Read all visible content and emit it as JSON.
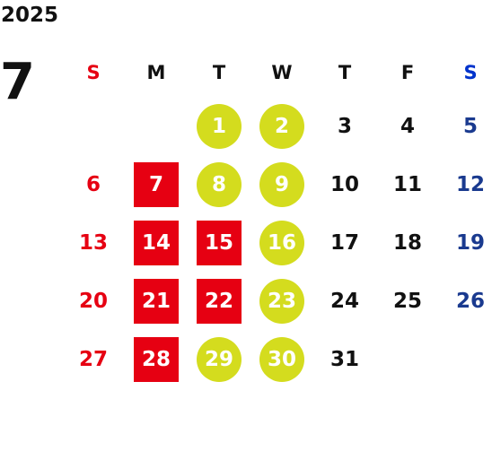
{
  "calendar": {
    "year": "2025",
    "month": "7",
    "weekdays": [
      {
        "label": "S",
        "color": "#e60012"
      },
      {
        "label": "M",
        "color": "#111111"
      },
      {
        "label": "T",
        "color": "#111111"
      },
      {
        "label": "W",
        "color": "#111111"
      },
      {
        "label": "T",
        "color": "#111111"
      },
      {
        "label": "F",
        "color": "#111111"
      },
      {
        "label": "S",
        "color": "#0033cc"
      }
    ],
    "colors": {
      "sunday_text": "#e60012",
      "saturday_text": "#1a3a8f",
      "weekday_text": "#111111",
      "highlight_square": "#e60012",
      "highlight_circle": "#d4dc1e",
      "highlight_text": "#ffffff"
    },
    "weeks": [
      [
        null,
        null,
        {
          "day": "1",
          "style": "circle"
        },
        {
          "day": "2",
          "style": "circle"
        },
        {
          "day": "3"
        },
        {
          "day": "4"
        },
        {
          "day": "5"
        }
      ],
      [
        {
          "day": "6"
        },
        {
          "day": "7",
          "style": "square"
        },
        {
          "day": "8",
          "style": "circle"
        },
        {
          "day": "9",
          "style": "circle"
        },
        {
          "day": "10"
        },
        {
          "day": "11"
        },
        {
          "day": "12"
        }
      ],
      [
        {
          "day": "13"
        },
        {
          "day": "14",
          "style": "square"
        },
        {
          "day": "15",
          "style": "square"
        },
        {
          "day": "16",
          "style": "circle"
        },
        {
          "day": "17"
        },
        {
          "day": "18"
        },
        {
          "day": "19"
        }
      ],
      [
        {
          "day": "20"
        },
        {
          "day": "21",
          "style": "square"
        },
        {
          "day": "22",
          "style": "square"
        },
        {
          "day": "23",
          "style": "circle"
        },
        {
          "day": "24"
        },
        {
          "day": "25"
        },
        {
          "day": "26"
        }
      ],
      [
        {
          "day": "27"
        },
        {
          "day": "28",
          "style": "square"
        },
        {
          "day": "29",
          "style": "circle"
        },
        {
          "day": "30",
          "style": "circle"
        },
        {
          "day": "31"
        },
        null,
        null
      ]
    ]
  }
}
